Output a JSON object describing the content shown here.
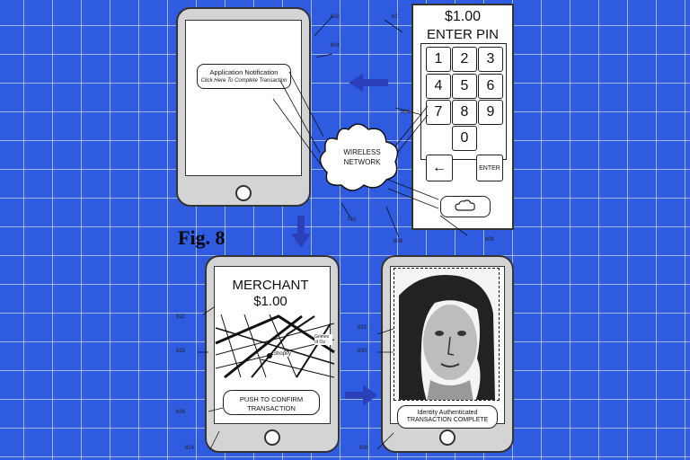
{
  "figure_label": "Fig. 8",
  "phone_top_left": {
    "notification_title": "Application Notification",
    "notification_sub": "Click Here To Complete Transaction",
    "ref_top": "810",
    "ref_notification": "804"
  },
  "pin_device": {
    "amount": "$1.00",
    "title": "ENTER PIN",
    "keys": [
      "1",
      "2",
      "3",
      "4",
      "5",
      "6",
      "7",
      "8",
      "9",
      "0"
    ],
    "back_key": "←",
    "enter_key": "ENTER",
    "ref_top": "82",
    "ref_keypad": "802",
    "ref_bottom_a": "806",
    "ref_bottom_b": "808"
  },
  "cloud": {
    "line1": "WIRELESS",
    "line2": "NETWORK",
    "ref": "740"
  },
  "merchant_phone": {
    "title": "MERCHANT",
    "amount": "$1.00",
    "map_labels": [
      "Shopify",
      "Grimes of Oz"
    ],
    "button_line1": "PUSH TO CONFIRM",
    "button_line2": "TRANSACTION",
    "ref_map": "822",
    "ref_map2": "820",
    "ref_button": "826",
    "ref_bottom": "824"
  },
  "face_phone": {
    "status_line1": "Identity Authenticated",
    "status_line2": "TRANSACTION COMPLETE",
    "ref_a": "832",
    "ref_b": "830",
    "ref_bottom": "830"
  },
  "colors": {
    "background": "#2f5be0",
    "arrow": "#2a3fb8"
  }
}
